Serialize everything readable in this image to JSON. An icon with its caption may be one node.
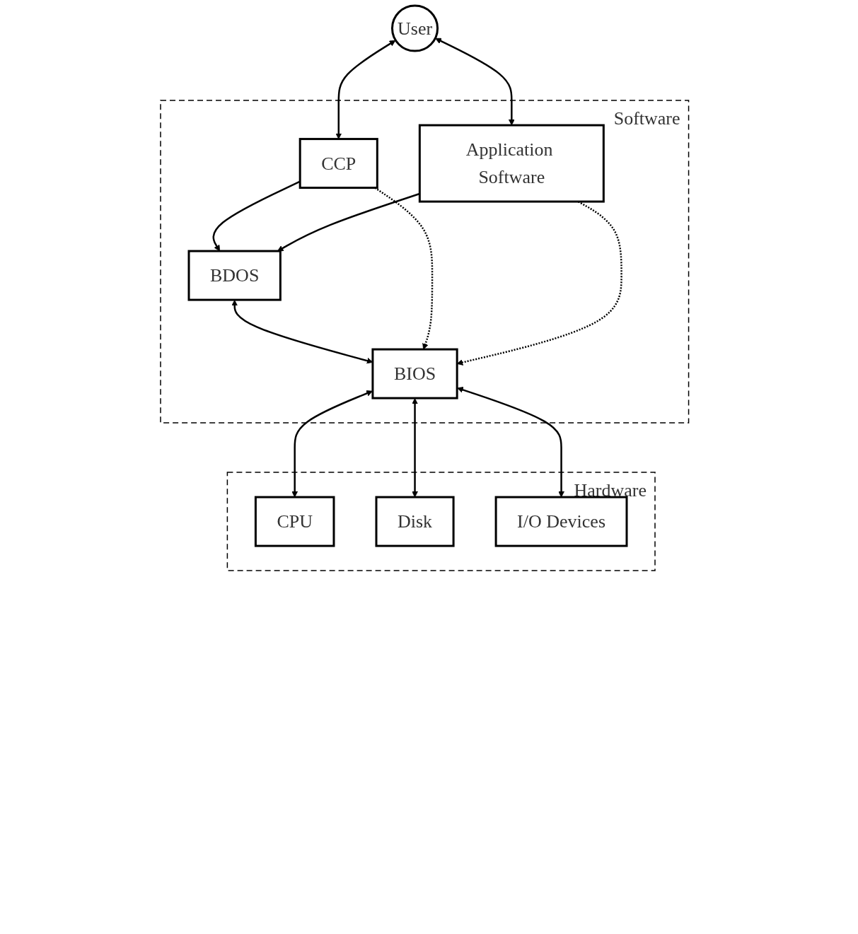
{
  "diagram": {
    "nodes": [
      {
        "text": [
          "User"
        ]
      },
      {
        "text": [
          "Software"
        ]
      },
      {
        "text": [
          "CCP"
        ],
        "in": 1
      },
      {
        "text": [
          "Application Software"
        ],
        "in": 1
      },
      {
        "text": [
          "BDOS"
        ],
        "in": 1
      },
      {
        "text": [
          "BIOS"
        ],
        "in": 1
      },
      {
        "text": [
          "Hardware"
        ]
      },
      {
        "text": [
          "CPU"
        ],
        "in": 6
      },
      {
        "text": [
          "Disk"
        ],
        "in": 6
      },
      {
        "text": [
          "I/O Devices"
        ],
        "in": 6
      }
    ],
    "edges": [
      {
        "from": 0,
        "to": 2,
        "arrow": "both"
      },
      {
        "from": 0,
        "to": 3,
        "arrow": "both"
      },
      {
        "from": 2,
        "to": 4,
        "arrow": "to"
      },
      {
        "from": 3,
        "to": 4,
        "arrow": "to"
      },
      {
        "from": 4,
        "to": 5,
        "arrow": "both"
      },
      {
        "from": 2,
        "to": 5,
        "arrow": "to",
        "style": "dashed"
      },
      {
        "from": 3,
        "to": 5,
        "arrow": "to",
        "style": "dashed"
      },
      {
        "from": 5,
        "to": 7,
        "arrow": "both"
      },
      {
        "from": 5,
        "to": 8,
        "arrow": "both"
      },
      {
        "from": 5,
        "to": 9,
        "arrow": "both"
      }
    ]
  }
}
